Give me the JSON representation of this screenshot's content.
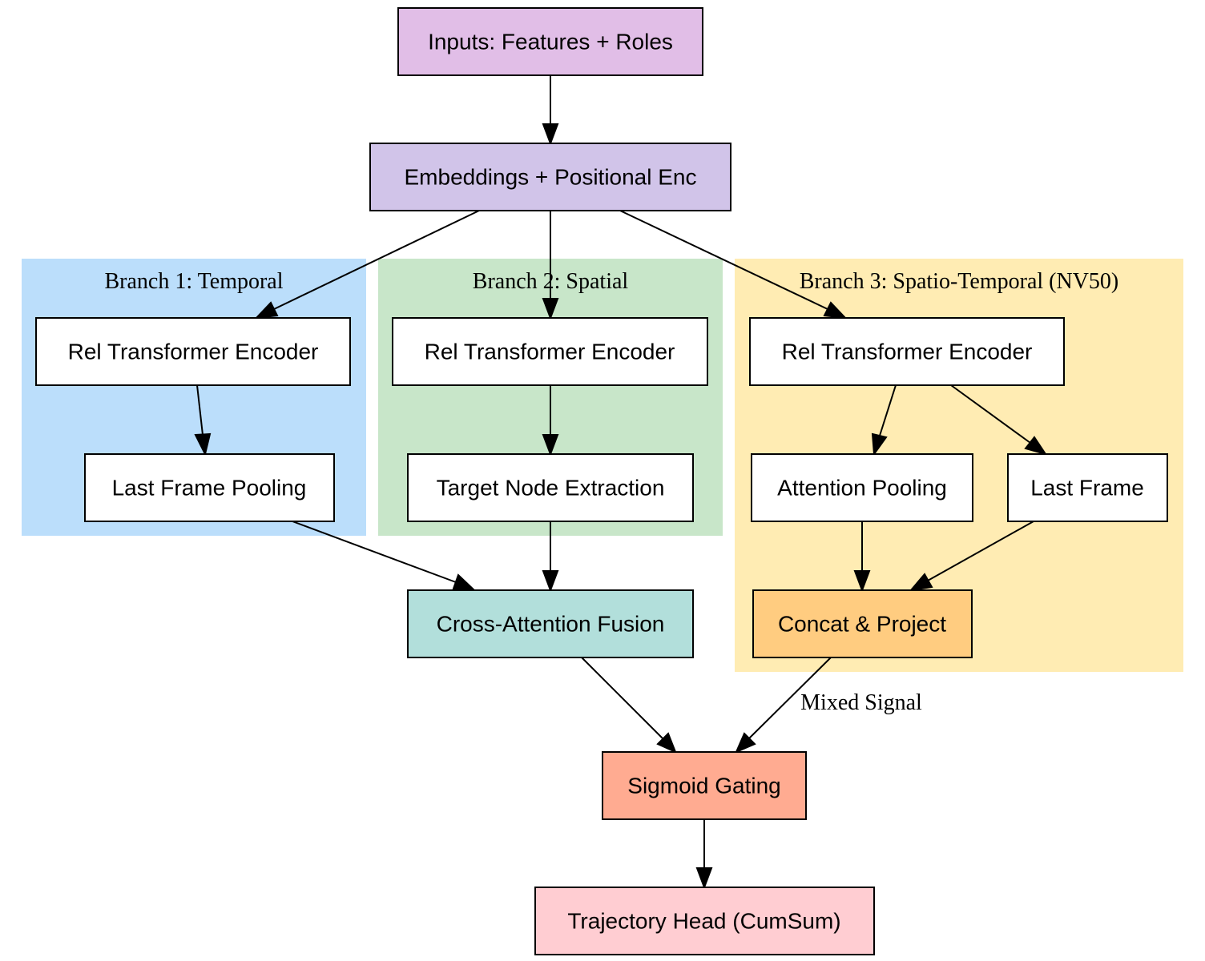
{
  "colors": {
    "branch_temporal_bg": "#bbdefb",
    "branch_spatial_bg": "#c8e6c9",
    "branch_spatiotemporal_bg": "#ffecb3",
    "inputs_fill": "#e1bee7",
    "embeddings_fill": "#d1c4e9",
    "default_node_fill": "#ffffff",
    "fusion_fill": "#b2dfdb",
    "concat_fill": "#ffcc80",
    "gating_fill": "#ffab91",
    "head_fill": "#ffcdd2"
  },
  "clusters": {
    "temporal": {
      "label": "Branch 1: Temporal"
    },
    "spatial": {
      "label": "Branch 2: Spatial"
    },
    "spatiotemporal": {
      "label": "Branch 3: Spatio-Temporal (NV50)"
    }
  },
  "nodes": {
    "inputs": {
      "label": "Inputs: Features + Roles"
    },
    "embeddings": {
      "label": "Embeddings + Positional Enc"
    },
    "b1_encoder": {
      "label": "Rel Transformer Encoder"
    },
    "b1_pool": {
      "label": "Last Frame Pooling"
    },
    "b2_encoder": {
      "label": "Rel Transformer Encoder"
    },
    "b2_extract": {
      "label": "Target Node Extraction"
    },
    "b3_encoder": {
      "label": "Rel Transformer Encoder"
    },
    "b3_attn_pool": {
      "label": "Attention Pooling"
    },
    "b3_last_frame": {
      "label": "Last Frame"
    },
    "b3_concat": {
      "label": "Concat & Project"
    },
    "fusion": {
      "label": "Cross-Attention Fusion"
    },
    "gating": {
      "label": "Sigmoid Gating"
    },
    "head": {
      "label": "Trajectory Head (CumSum)"
    }
  },
  "edges": [
    {
      "from": "inputs",
      "to": "embeddings"
    },
    {
      "from": "embeddings",
      "to": "b1_encoder"
    },
    {
      "from": "embeddings",
      "to": "b2_encoder"
    },
    {
      "from": "embeddings",
      "to": "b3_encoder"
    },
    {
      "from": "b1_encoder",
      "to": "b1_pool"
    },
    {
      "from": "b2_encoder",
      "to": "b2_extract"
    },
    {
      "from": "b3_encoder",
      "to": "b3_attn_pool"
    },
    {
      "from": "b3_encoder",
      "to": "b3_last_frame"
    },
    {
      "from": "b3_attn_pool",
      "to": "b3_concat"
    },
    {
      "from": "b3_last_frame",
      "to": "b3_concat"
    },
    {
      "from": "b1_pool",
      "to": "fusion"
    },
    {
      "from": "b2_extract",
      "to": "fusion"
    },
    {
      "from": "fusion",
      "to": "gating"
    },
    {
      "from": "b3_concat",
      "to": "gating",
      "label": "Mixed Signal"
    },
    {
      "from": "gating",
      "to": "head"
    }
  ]
}
